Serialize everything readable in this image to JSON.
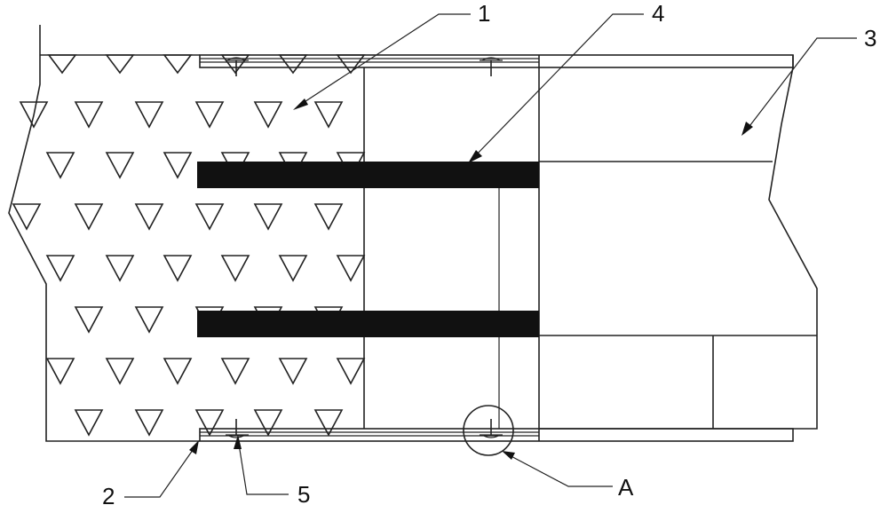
{
  "labels": {
    "one": "1",
    "two": "2",
    "three": "3",
    "four": "4",
    "five": "5",
    "a": "A"
  }
}
